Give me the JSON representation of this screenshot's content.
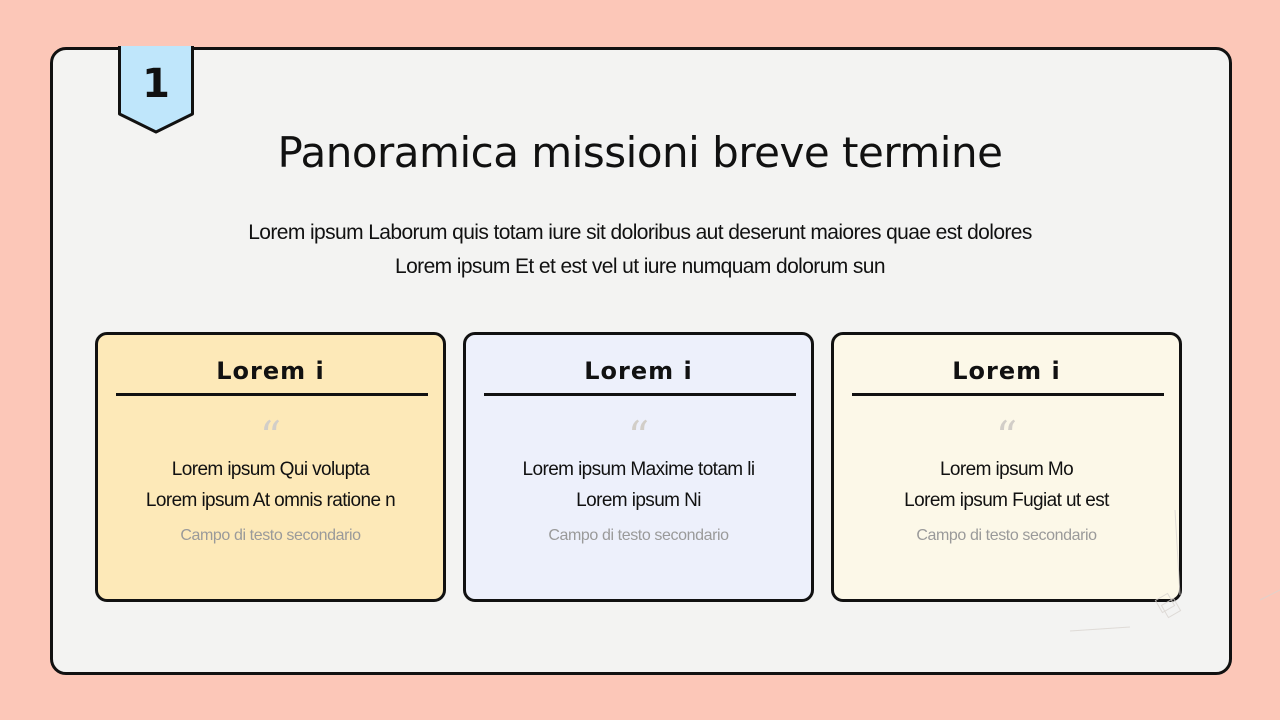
{
  "slide": {
    "number": "1",
    "title": "Panoramica missioni breve termine",
    "subtitle_lines": [
      "Lorem ipsum Laborum quis totam iure sit doloribus aut deserunt maiores quae est dolores",
      "Lorem ipsum Et et est vel ut iure numquam dolorum sun"
    ]
  },
  "cards": [
    {
      "title": "Lorem i",
      "quote_icon": "quote-icon",
      "lines": [
        "Lorem ipsum Qui volupta",
        "Lorem ipsum At omnis ratione n"
      ],
      "secondary": "Campo di testo secondario",
      "color": "#fde9b8"
    },
    {
      "title": "Lorem i",
      "quote_icon": "quote-icon",
      "lines": [
        "Lorem ipsum Maxime totam li",
        "Lorem ipsum Ni"
      ],
      "secondary": "Campo di testo secondario",
      "color": "#edf0fb"
    },
    {
      "title": "Lorem i",
      "quote_icon": "quote-icon",
      "lines": [
        "Lorem ipsum Mo",
        "Lorem ipsum Fugiat ut est"
      ],
      "secondary": "Campo di testo secondario",
      "color": "#fcf8e8"
    }
  ],
  "colors": {
    "background": "#fcc7b8",
    "panel": "#f3f3f2",
    "ribbon": "#bfe6fb",
    "outline": "#111111"
  }
}
